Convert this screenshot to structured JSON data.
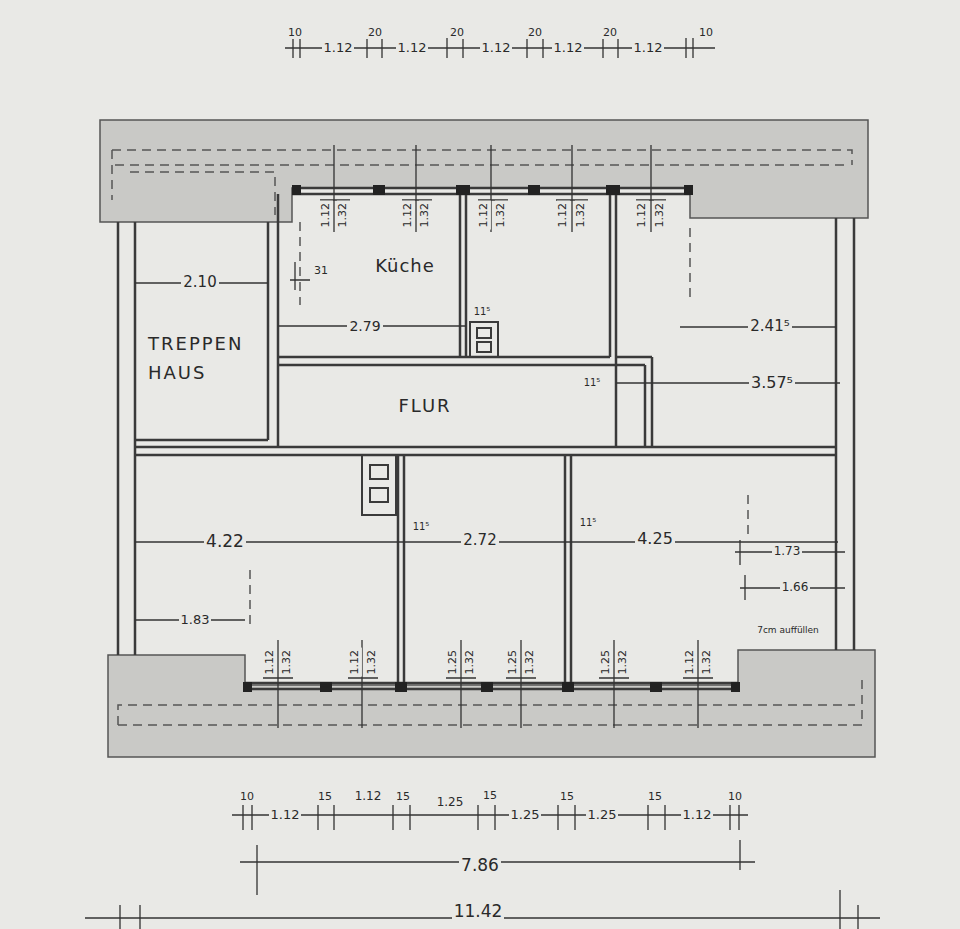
{
  "diagram": {
    "nodes": [
      {
        "text": [
          "TREPPEN HAUS"
        ]
      },
      {
        "text": [
          "Küche"
        ]
      },
      {
        "text": [
          "FLUR"
        ]
      }
    ],
    "labels": [
      "10",
      "1.12",
      "20",
      "1.12",
      "20",
      "1.12",
      "20",
      "1.12",
      "20",
      "1.12",
      "10",
      "1.12",
      "1.32",
      "1.12",
      "1.32",
      "1.12",
      "1.32",
      "1.12",
      "1.32",
      "1.12",
      "1.32",
      "2.10",
      "31",
      "2.79",
      "11⁵",
      "2.41⁵",
      "11⁵",
      "3.57⁵",
      "4.22",
      "11⁵",
      "2.72",
      "11⁵",
      "4.25",
      "1.73",
      "1.66",
      "1.83",
      "7cm auffüllen",
      "1.12",
      "1.32",
      "1.12",
      "1.32",
      "1.25",
      "1.32",
      "1.25",
      "1.32",
      "1.25",
      "1.32",
      "1.12",
      "1.32",
      "10",
      "1.12",
      "15",
      "1.12",
      "15",
      "1.25",
      "15",
      "1.25",
      "15",
      "1.25",
      "15",
      "1.12",
      "10",
      "7.86",
      "11.42"
    ]
  }
}
